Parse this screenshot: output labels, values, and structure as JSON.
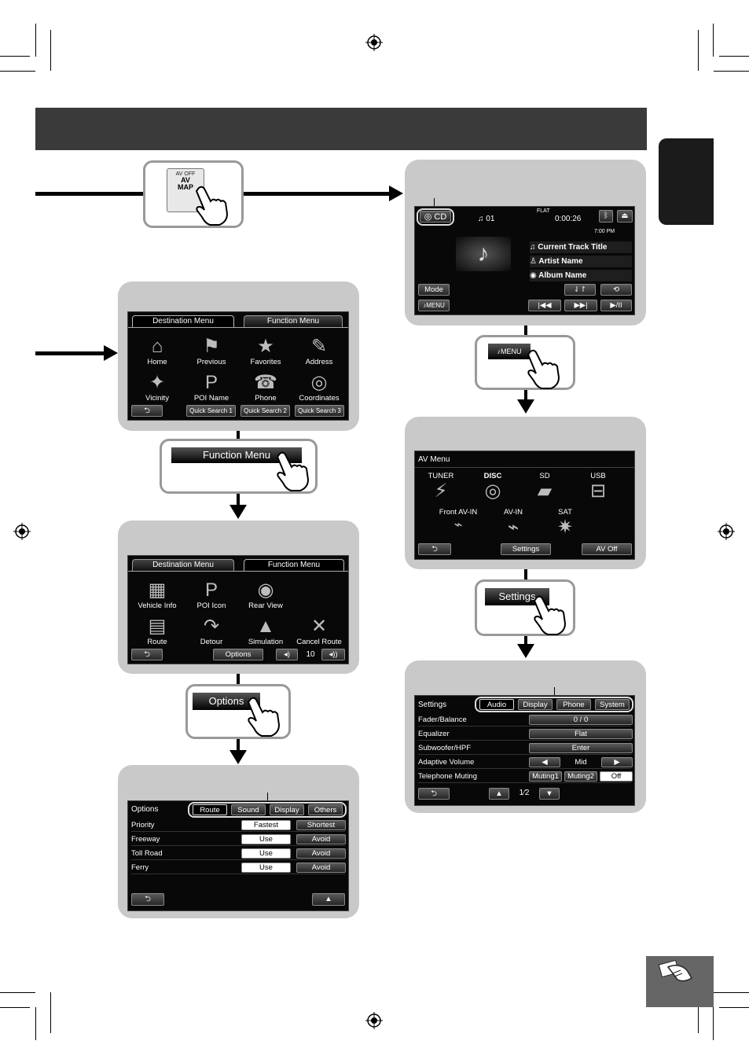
{
  "av_map_key": {
    "line1": "AV OFF",
    "line2": "AV",
    "line3": "MAP"
  },
  "destination_screen": {
    "tabs": [
      "Destination Menu",
      "Function Menu"
    ],
    "icons": [
      "Home",
      "Previous",
      "Favorites",
      "Address",
      "Vicinity",
      "POI Name",
      "Phone",
      "Coordinates"
    ],
    "quick": [
      "Quick Search 1",
      "Quick Search 2",
      "Quick Search 3"
    ]
  },
  "function_menu_key": "Function Menu",
  "function_screen": {
    "tabs": [
      "Destination Menu",
      "Function Menu"
    ],
    "icons": [
      "Vehicle Info",
      "POI Icon",
      "Rear View",
      "Route",
      "Detour",
      "Simulation",
      "Cancel Route"
    ],
    "options_label": "Options",
    "volume": "10"
  },
  "options_key": "Options",
  "options_screen": {
    "title": "Options",
    "tabs": [
      "Route",
      "Sound",
      "Display",
      "Others"
    ],
    "rows": [
      {
        "label": "Priority",
        "a": "Fastest",
        "b": "Shortest"
      },
      {
        "label": "Freeway",
        "a": "Use",
        "b": "Avoid"
      },
      {
        "label": "Toll Road",
        "a": "Use",
        "b": "Avoid"
      },
      {
        "label": "Ferry",
        "a": "Use",
        "b": "Avoid"
      }
    ]
  },
  "cd_screen": {
    "source": "CD",
    "eq": "FLAT",
    "track_no": "01",
    "time": "0:00:26",
    "clock": "7:00 PM",
    "track_title": "Current Track Title",
    "artist": "Artist Name",
    "album": "Album Name",
    "mode": "Mode",
    "menu": "MENU"
  },
  "menu_key": "MENU",
  "av_menu_screen": {
    "title": "AV Menu",
    "sources": [
      "TUNER",
      "DISC",
      "SD",
      "USB",
      "Front AV-IN",
      "AV-IN",
      "SAT"
    ],
    "settings": "Settings",
    "av_off": "AV Off"
  },
  "settings_key": "Settings",
  "settings_screen": {
    "title": "Settings",
    "tabs": [
      "Audio",
      "Display",
      "Phone",
      "System"
    ],
    "rows": [
      {
        "label": "Fader/Balance",
        "value": "0 / 0"
      },
      {
        "label": "Equalizer",
        "value": "Flat"
      },
      {
        "label": "Subwoofer/HPF",
        "value": "Enter"
      },
      {
        "label": "Adaptive Volume",
        "value": "Mid"
      },
      {
        "label": "Telephone Muting",
        "opts": [
          "Muting1",
          "Muting2",
          "Off"
        ]
      }
    ],
    "page_current": "1",
    "page_total": "2"
  }
}
